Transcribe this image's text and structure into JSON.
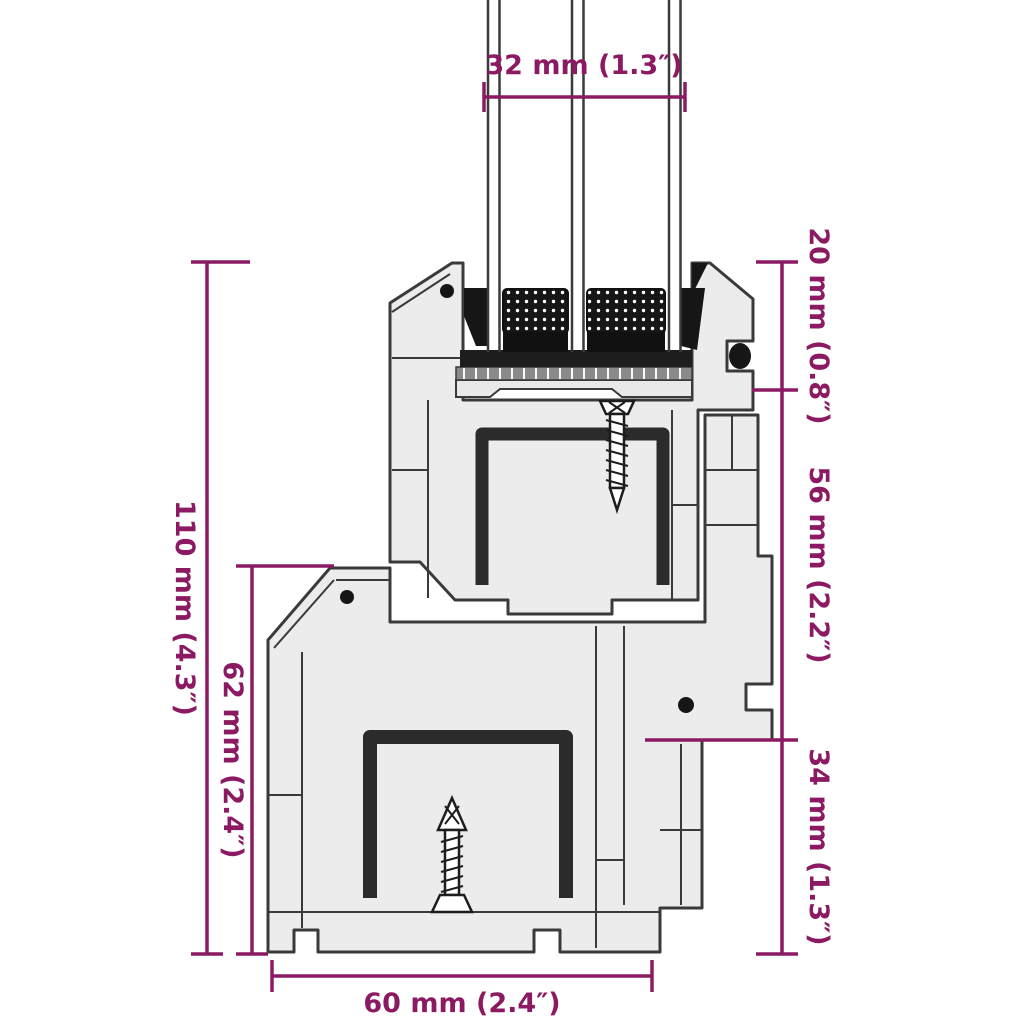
{
  "diagram": {
    "type": "window-profile-cross-section",
    "accent_color": "#8c1a63",
    "outline_color": "#3a3a3a",
    "labels": {
      "glass_width": "32 mm (1.3″)",
      "right_top": "20 mm (0.8″)",
      "right_middle": "56 mm (2.2″)",
      "right_bottom": "34 mm (1.3″)",
      "left_total": "110 mm (4.3″)",
      "left_frame": "62 mm (2.4″)",
      "bottom_width": "60 mm (2.4″)"
    }
  }
}
